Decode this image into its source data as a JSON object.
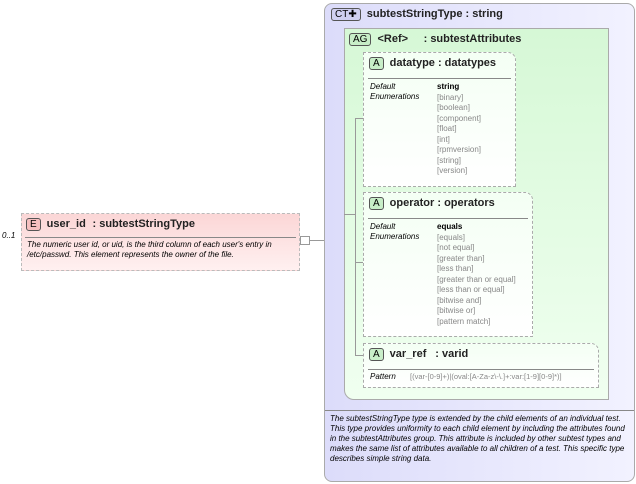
{
  "element": {
    "badge": "E",
    "name": "user_id",
    "type": ": subtestStringType",
    "cardinality": "0..1",
    "doc": "The numeric user id, or uid, is the third column of each user's entry in /etc/passwd.  This element represents the owner of the file."
  },
  "complex_type": {
    "badge": "CT",
    "name": "subtestStringType : string",
    "doc": "The subtestStringType type is extended by the child elements of an individual test.  This type provides uniformity to each child element by including the attributes found in the subtestAttributes group.  This attribute is included by other subtest types and makes the same list of attributes available to all children of a test.  This specific type describes simple string data."
  },
  "attribute_group": {
    "badge": "AG",
    "ref": "<Ref>",
    "name": ": subtestAttributes"
  },
  "attributes": [
    {
      "badge": "A",
      "name": "datatype : datatypes",
      "default_label": "Default",
      "default": "string",
      "enum_label": "Enumerations",
      "enumerations": [
        "[binary]",
        "[boolean]",
        "[component]",
        "[float]",
        "[int]",
        "[rpmversion]",
        "[string]",
        "[version]"
      ]
    },
    {
      "badge": "A",
      "name": "operator : operators",
      "default_label": "Default",
      "default": "equals",
      "enum_label": "Enumerations",
      "enumerations": [
        "[equals]",
        "[not equal]",
        "[greater than]",
        "[less than]",
        "[greater than or equal]",
        "[less than or equal]",
        "[bitwise and]",
        "[bitwise or]",
        "[pattern match]"
      ]
    },
    {
      "badge": "A",
      "name": "var_ref",
      "type": ": varid",
      "pattern_label": "Pattern",
      "pattern": "[(var-[0-9]+)|(oval:[A-Za-z\\-\\.]+:var:[1-9][0-9]*)]"
    }
  ],
  "colors": {
    "element_bg": "#fde4e4",
    "ct_bg": "#e6e6fb",
    "ag_bg": "#e6fbe6"
  }
}
